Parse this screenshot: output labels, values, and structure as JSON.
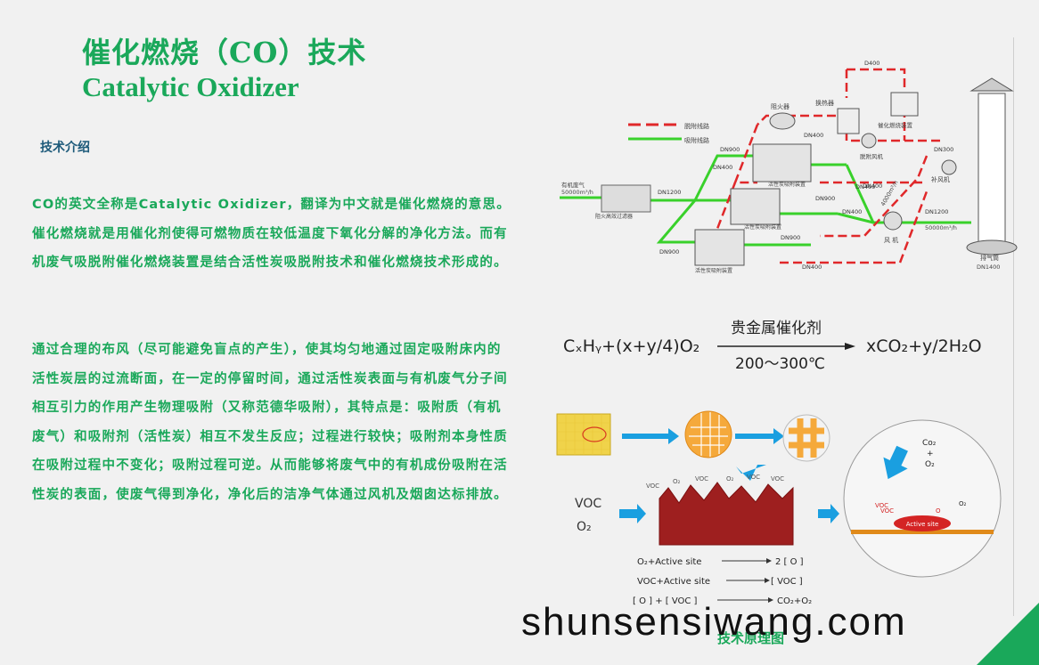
{
  "title": {
    "cn": "催化燃烧（CO）技术",
    "en": "Catalytic Oxidizer"
  },
  "section_label": "技术介绍",
  "paragraphs": [
    "CO的英文全称是Catalytic Oxidizer，翻译为中文就是催化燃烧的意思。催化燃烧就是用催化剂使得可燃物质在较低温度下氧化分解的净化方法。而有机废气吸脱附催化燃烧装置是结合活性炭吸脱附技术和催化燃烧技术形成的。",
    "通过合理的布风（尽可能避免盲点的产生），使其均匀地通过固定吸附床内的活性炭层的过流断面，在一定的停留时间，通过活性炭表面与有机废气分子间相互引力的作用产生物理吸附（又称范德华吸附），其特点是：吸附质（有机废气）和吸附剂（活性炭）相互不发生反应；过程进行较快；吸附剂本身性质在吸附过程中不变化；吸附过程可逆。从而能够将废气中的有机成份吸附在活性炭的表面，使废气得到净化，净化后的洁净气体通过风机及烟囱达标排放。"
  ],
  "diagram": {
    "legend_desorb": "脱附线路",
    "legend_adsorb": "吸附线路",
    "inlet": "有机废气",
    "inlet_flow": "50000m³/h",
    "prefilter": "阻火高效过滤器",
    "flame_arrester": "阻火器",
    "heat_exchanger": "换热器",
    "catalytic_unit": "催化燃烧装置",
    "desorb_fan": "脱附风机",
    "make_up_fan": "补风机",
    "main_fan": "风 机",
    "stack": "排气筒",
    "stack_dn": "DN1400",
    "carbon_bed_1": "活性炭吸附装置",
    "carbon_bed_2": "活性炭吸附装置",
    "carbon_bed_3": "活性炭吸附装置",
    "outlet_flow": "50000m³/h",
    "side_flow": "4000m³/h",
    "pipes": [
      "D400",
      "DN400",
      "DN300",
      "DN900",
      "DN1200",
      "DN400",
      "DN900",
      "DN400",
      "DN900",
      "DN900",
      "DN400",
      "DN1200",
      "DN400",
      "DN400"
    ]
  },
  "equation": {
    "left": "CₓHᵧ+(x+y/4)O₂",
    "catalyst": "贵金属催化剂",
    "temp": "200～300℃",
    "right": "xCO₂+y/2H₂O"
  },
  "mechanism": {
    "voc": "VOC",
    "o2": "O₂",
    "co2": "Co₂",
    "plus": "+",
    "o2b": "O₂",
    "site_voc": "VOC",
    "site_active": "Active site",
    "site_o": "O",
    "reaction_1_left": "O₂+Active site",
    "reaction_1_right": "2 [ O ]",
    "reaction_2_left": "VOC+Active site",
    "reaction_2_right": "[ VOC ]",
    "reaction_3_left": "[ O ] + [ VOC ]",
    "reaction_3_right": "CO₂+O₂"
  },
  "caption": "技术原理图",
  "watermark": "shunsensiwang.com",
  "colors": {
    "accent": "#1aa85a",
    "desorb": "#e0282a",
    "adsorb": "#39d12b",
    "arrow": "#1a9fe0"
  }
}
